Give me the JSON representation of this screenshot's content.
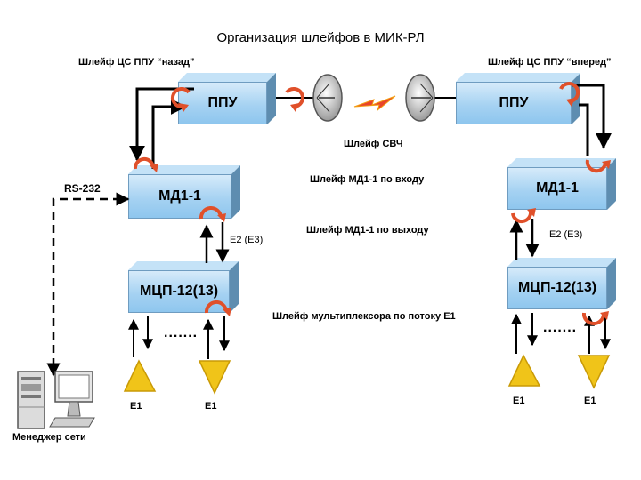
{
  "title": "Организация шлейфов в МИК-РЛ",
  "labels": {
    "loop_back": "Шлейф ЦС ППУ “назад”",
    "loop_forward": "Шлейф ЦС ППУ “вперед”",
    "loop_svch": "Шлейф СВЧ",
    "loop_md1_in": "Шлейф МД1-1 по входу",
    "loop_md1_out": "Шлейф МД1-1 по выходу",
    "loop_mux": "Шлейф мультиплексора по потоку Е1",
    "rs232": "RS-232",
    "e2_left": "E2 (E3)",
    "e2_right": "E2 (E3)",
    "e1_left_a": "E1",
    "e1_left_b": "E1",
    "e1_right_a": "E1",
    "e1_right_b": "E1",
    "dots_left": ".......",
    "dots_right": ".......",
    "manager": "Менеджер сети"
  },
  "blocks": {
    "ppu_left": "ППУ",
    "ppu_right": "ППУ",
    "md1_left": "МД1-1",
    "md1_right": "МД1-1",
    "mcp_left": "МЦП-12(13)",
    "mcp_right": "МЦП-12(13)"
  },
  "colors": {
    "block_face": "#a6d2f2",
    "loop_arrow": "#e0502a",
    "e1_triangle": "#f0c419",
    "lightning": "#e8442a"
  }
}
